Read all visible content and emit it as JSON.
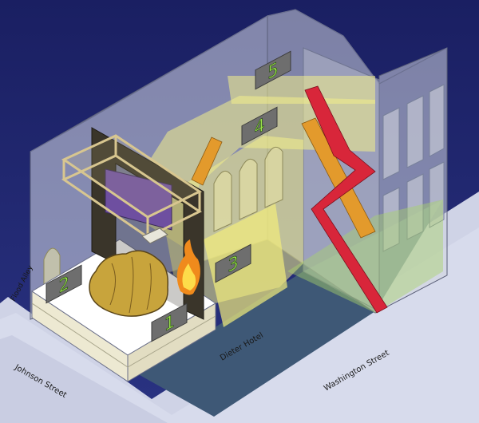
{
  "streets": {
    "flood_alley": "Flood Alley",
    "johnson": "Johnson Street",
    "washington": "Washington Street",
    "dieter": "Dieter Hotel"
  },
  "markers": [
    {
      "id": "1",
      "label": "1"
    },
    {
      "id": "2",
      "label": "2"
    },
    {
      "id": "3",
      "label": "3"
    },
    {
      "id": "4",
      "label": "4"
    },
    {
      "id": "5",
      "label": "5"
    }
  ],
  "colors": {
    "sky": "#1f2570",
    "sidewalk": "#cfd3e6",
    "street": "#3e5876",
    "beam": "#eee98a",
    "marker_text": "#9be24a",
    "marker_bg": "#6e6e6e",
    "red_pipe": "#d8263a",
    "orange_pipe": "#e39a2c",
    "frame": "#d8c690",
    "screen": "#6e4fa0"
  }
}
